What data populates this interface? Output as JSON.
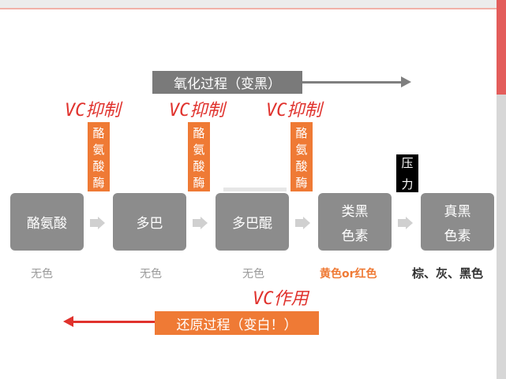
{
  "oxidation": {
    "label": "氧化过程（变黑）"
  },
  "reduction": {
    "label": "还原过程（变白！）",
    "annotation": "VC作用"
  },
  "inhibit_label": "VC抑制",
  "enzyme_chars": [
    "酪",
    "氨",
    "酸",
    "酶"
  ],
  "pressure_chars": [
    "压",
    "力"
  ],
  "nodes": [
    {
      "lines": [
        "酪氨酸"
      ],
      "caption": "无色"
    },
    {
      "lines": [
        "多巴"
      ],
      "caption": "无色"
    },
    {
      "lines": [
        "多巴醌"
      ],
      "caption": "无色"
    },
    {
      "lines": [
        "类黑",
        "色素"
      ],
      "caption": "黄色or红色"
    },
    {
      "lines": [
        "真黑",
        "色素"
      ],
      "caption": "棕、灰、黑色"
    }
  ],
  "colors": {
    "orange": "#ef7a35",
    "node_gray": "#8c8c8c",
    "red_text": "#e0322d",
    "caption_orange": "#ef7a35",
    "caption_dark": "#333333"
  }
}
